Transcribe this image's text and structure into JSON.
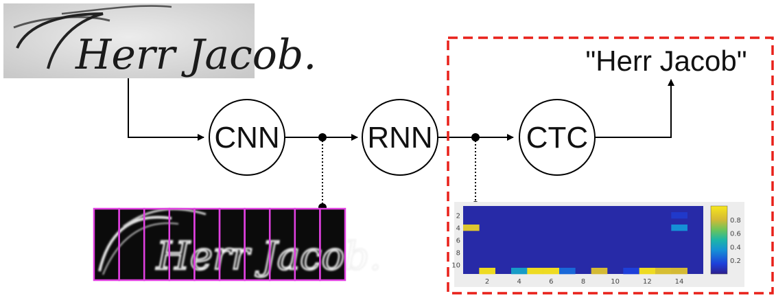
{
  "input_image": {
    "text": "Herr Jacob."
  },
  "nodes": {
    "cnn": "CNN",
    "rnn": "RNN",
    "ctc": "CTC"
  },
  "output_text": "\"Herr Jacob\"",
  "feature_strip": {
    "text": "Herr Jacob.",
    "frame_count": 10,
    "frame_color": "#e040e0"
  },
  "ctc_box_color": "#e8211a",
  "heatmap": {
    "x_ticks": [
      "2",
      "4",
      "6",
      "8",
      "10",
      "12",
      "14"
    ],
    "y_ticks": [
      "2",
      "4",
      "6",
      "8",
      "10"
    ],
    "colorbar_ticks": [
      "0.8",
      "0.6",
      "0.4",
      "0.2"
    ],
    "rows": 11,
    "cols": 15,
    "background_value": 0.05,
    "cells": [
      {
        "row": 4,
        "col": 1,
        "value": 0.85
      },
      {
        "row": 2,
        "col": 14,
        "value": 0.12
      },
      {
        "row": 4,
        "col": 14,
        "value": 0.35
      },
      {
        "row": 11,
        "col": 2,
        "value": 0.95
      },
      {
        "row": 11,
        "col": 4,
        "value": 0.4
      },
      {
        "row": 11,
        "col": 5,
        "value": 0.95
      },
      {
        "row": 11,
        "col": 6,
        "value": 0.95
      },
      {
        "row": 11,
        "col": 7,
        "value": 0.25
      },
      {
        "row": 11,
        "col": 9,
        "value": 0.8
      },
      {
        "row": 11,
        "col": 11,
        "value": 0.15
      },
      {
        "row": 11,
        "col": 12,
        "value": 0.95
      },
      {
        "row": 11,
        "col": 13,
        "value": 0.82
      },
      {
        "row": 11,
        "col": 14,
        "value": 0.8
      }
    ]
  }
}
